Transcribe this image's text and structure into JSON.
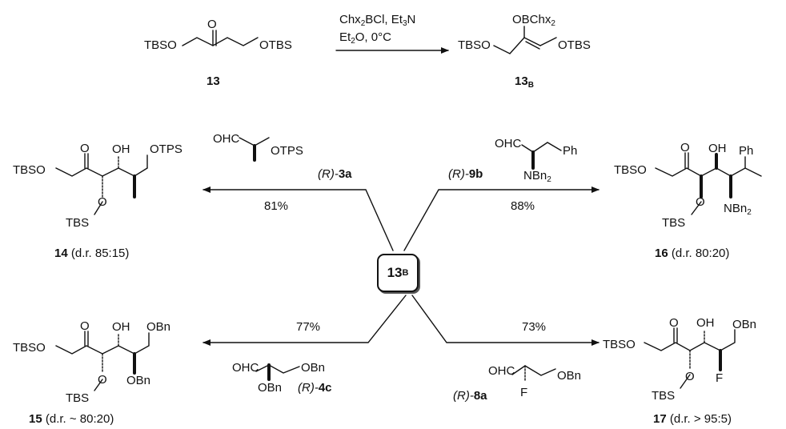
{
  "reaction": {
    "substrate_label": "13",
    "product_label": "13",
    "product_subscript": "B",
    "reagents_line1": "Chx",
    "reagents_line1_sub": "2",
    "reagents_line1_rest": "BCl, Et",
    "reagents_line1_sub2": "3",
    "reagents_line1_end": "N",
    "reagents_line2": "Et",
    "reagents_line2_sub": "2",
    "reagents_line2_rest": "O, 0°C"
  },
  "groups": {
    "tbso": "TBSO",
    "otbs": "OTBS",
    "otps": "OTPS",
    "obn": "OBn",
    "oh": "OH",
    "o": "O",
    "tbs": "TBS",
    "ohc": "OHC",
    "ph": "Ph",
    "nbn": "NBn",
    "nbn_sub": "2",
    "f": "F",
    "obchx": "OBChx",
    "obchx_sub": "2"
  },
  "hub": {
    "label": "13",
    "subscript": "B"
  },
  "branches": {
    "top_left": {
      "reagent_prefix": "(R)-",
      "reagent_num": "3a",
      "yield": "81%",
      "product": "14",
      "dr": "(d.r. 85:15)"
    },
    "top_right": {
      "reagent_prefix": "(R)-",
      "reagent_num": "9b",
      "yield": "88%",
      "product": "16",
      "dr": "(d.r. 80:20)"
    },
    "bottom_left": {
      "reagent_prefix": "(R)-",
      "reagent_num": "4c",
      "yield": "77%",
      "product": "15",
      "dr": "(d.r. ~ 80:20)"
    },
    "bottom_right": {
      "reagent_prefix": "(R)-",
      "reagent_num": "8a",
      "yield": "73%",
      "product": "17",
      "dr": "(d.r. > 95:5)"
    }
  },
  "colors": {
    "ink": "#111111",
    "background": "#ffffff"
  }
}
